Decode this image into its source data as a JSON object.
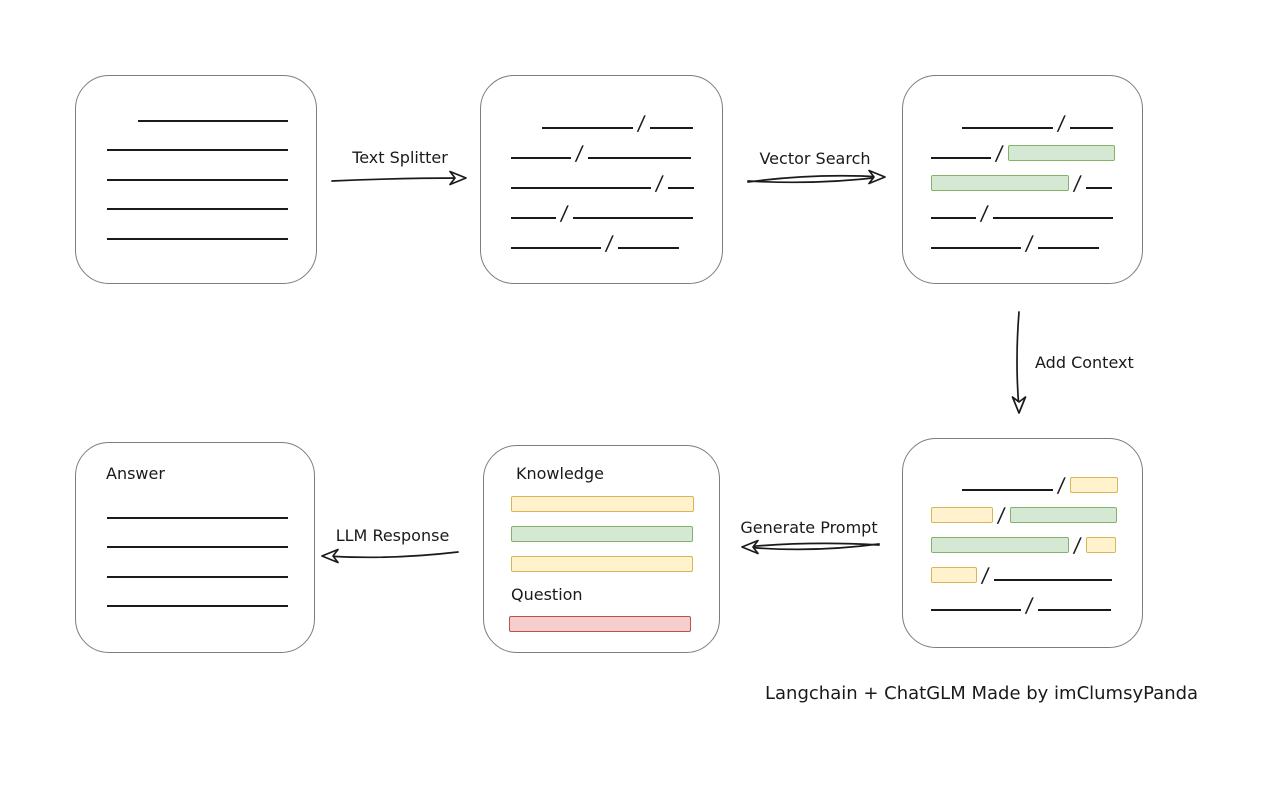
{
  "caption": "Langchain + ChatGLM Made by imClumsyPanda",
  "colors": {
    "line": "#1a1a1a",
    "box_border": "#7d7d7d",
    "yellow_fill": "#fff2cc",
    "yellow_border": "#d6b656",
    "green_fill": "#d5e8d4",
    "green_border": "#82b366",
    "red_fill": "#f8cecc",
    "red_border": "#b85450"
  },
  "arrows": {
    "text_splitter": {
      "label": "Text Splitter",
      "direction": "right"
    },
    "vector_search": {
      "label": "Vector Search",
      "direction": "right"
    },
    "add_context": {
      "label": "Add Context",
      "direction": "down"
    },
    "generate_prompt": {
      "label": "Generate Prompt",
      "direction": "left"
    },
    "llm_response": {
      "label": "LLM Response",
      "direction": "left"
    }
  },
  "nodes": {
    "document": {
      "rows": [
        {
          "indent": 62,
          "segments": [
            {
              "t": "line",
              "w": 150
            }
          ]
        },
        {
          "indent": 31,
          "segments": [
            {
              "t": "line",
              "w": 181
            }
          ]
        },
        {
          "indent": 31,
          "segments": [
            {
              "t": "line",
              "w": 181
            }
          ]
        },
        {
          "indent": 31,
          "segments": [
            {
              "t": "line",
              "w": 181
            }
          ]
        },
        {
          "indent": 31,
          "segments": [
            {
              "t": "line",
              "w": 181
            }
          ]
        }
      ]
    },
    "split_text": {
      "rows": [
        {
          "indent": 61,
          "segments": [
            {
              "t": "line",
              "w": 91
            },
            {
              "t": "slash"
            },
            {
              "t": "line",
              "w": 43
            }
          ]
        },
        {
          "indent": 30,
          "segments": [
            {
              "t": "line",
              "w": 60
            },
            {
              "t": "slash"
            },
            {
              "t": "line",
              "w": 103
            }
          ]
        },
        {
          "indent": 30,
          "segments": [
            {
              "t": "line",
              "w": 140
            },
            {
              "t": "slash"
            },
            {
              "t": "line",
              "w": 26
            }
          ]
        },
        {
          "indent": 30,
          "segments": [
            {
              "t": "line",
              "w": 45
            },
            {
              "t": "slash"
            },
            {
              "t": "line",
              "w": 120
            }
          ]
        },
        {
          "indent": 30,
          "segments": [
            {
              "t": "line",
              "w": 90
            },
            {
              "t": "slash"
            },
            {
              "t": "line",
              "w": 61
            }
          ]
        }
      ]
    },
    "vector_results": {
      "rows": [
        {
          "indent": 59,
          "segments": [
            {
              "t": "line",
              "w": 91
            },
            {
              "t": "slash"
            },
            {
              "t": "line",
              "w": 43
            }
          ]
        },
        {
          "indent": 28,
          "segments": [
            {
              "t": "line",
              "w": 60
            },
            {
              "t": "slash"
            },
            {
              "t": "green",
              "w": 107
            }
          ]
        },
        {
          "indent": 28,
          "segments": [
            {
              "t": "green",
              "w": 138
            },
            {
              "t": "slash"
            },
            {
              "t": "line",
              "w": 26
            }
          ]
        },
        {
          "indent": 28,
          "segments": [
            {
              "t": "line",
              "w": 45
            },
            {
              "t": "slash"
            },
            {
              "t": "line",
              "w": 120
            }
          ]
        },
        {
          "indent": 28,
          "segments": [
            {
              "t": "line",
              "w": 90
            },
            {
              "t": "slash"
            },
            {
              "t": "line",
              "w": 61
            }
          ]
        }
      ]
    },
    "context": {
      "rows": [
        {
          "indent": 59,
          "segments": [
            {
              "t": "line",
              "w": 91
            },
            {
              "t": "slash"
            },
            {
              "t": "yellow",
              "w": 48
            }
          ]
        },
        {
          "indent": 28,
          "segments": [
            {
              "t": "yellow",
              "w": 62
            },
            {
              "t": "slash"
            },
            {
              "t": "green",
              "w": 107
            }
          ]
        },
        {
          "indent": 28,
          "segments": [
            {
              "t": "green",
              "w": 138
            },
            {
              "t": "slash"
            },
            {
              "t": "yellow",
              "w": 30
            }
          ]
        },
        {
          "indent": 28,
          "segments": [
            {
              "t": "yellow",
              "w": 46
            },
            {
              "t": "slash"
            },
            {
              "t": "line",
              "w": 118
            }
          ]
        },
        {
          "indent": 28,
          "segments": [
            {
              "t": "line",
              "w": 90
            },
            {
              "t": "slash"
            },
            {
              "t": "line",
              "w": 73
            }
          ]
        }
      ]
    },
    "prompt": {
      "knowledge_label": "Knowledge",
      "knowledge_bars": [
        {
          "t": "yellow",
          "w": 183
        },
        {
          "t": "green",
          "w": 182
        },
        {
          "t": "yellow",
          "w": 182
        }
      ],
      "question_label": "Question",
      "question_bars": [
        {
          "t": "red",
          "w": 182
        }
      ]
    },
    "answer": {
      "label": "Answer",
      "rows": [
        {
          "indent": 1,
          "segments": [
            {
              "t": "line",
              "w": 181
            }
          ]
        },
        {
          "indent": 1,
          "segments": [
            {
              "t": "line",
              "w": 181
            }
          ]
        },
        {
          "indent": 1,
          "segments": [
            {
              "t": "line",
              "w": 181
            }
          ]
        },
        {
          "indent": 1,
          "segments": [
            {
              "t": "line",
              "w": 181
            }
          ]
        }
      ]
    }
  }
}
